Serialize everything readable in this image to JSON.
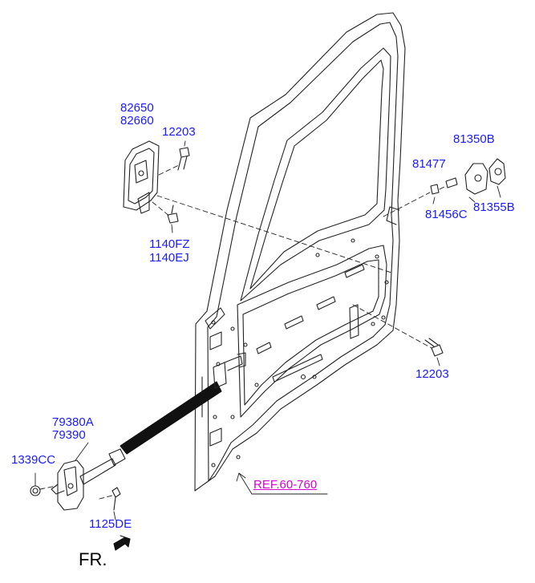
{
  "colors": {
    "label": "#1a1aff",
    "ref": "#d400d4",
    "line": "#222222"
  },
  "labels": {
    "p82650": "82650",
    "p82660": "82660",
    "p12203_top": "12203",
    "p1140FZ": "1140FZ",
    "p1140EJ": "1140EJ",
    "p81350B": "81350B",
    "p81477": "81477",
    "p81456C": "81456C",
    "p81355B": "81355B",
    "p12203_right": "12203",
    "p79380A": "79380A",
    "p79390": "79390",
    "p1339CC": "1339CC",
    "p1125DE": "1125DE",
    "ref": "REF.60-760",
    "front": "FR."
  },
  "icons": {
    "front_arrow": "arrow-down-left-icon"
  }
}
